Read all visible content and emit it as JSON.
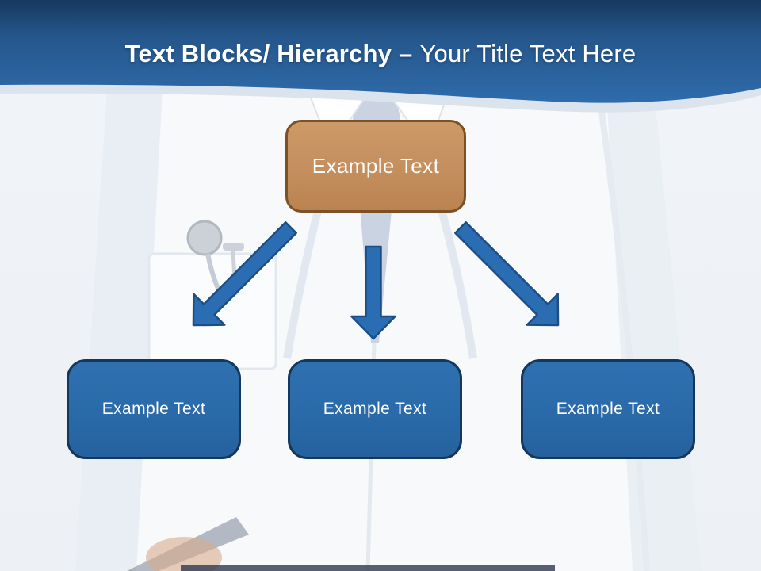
{
  "title": {
    "bold": "Text Blocks/ Hierarchy",
    "dash": "–",
    "regular": "Your Title Text Here"
  },
  "diagram": {
    "top_box": {
      "label": "Example Text"
    },
    "bottom_boxes": [
      {
        "label": "Example Text"
      },
      {
        "label": "Example Text"
      },
      {
        "label": "Example Text"
      }
    ],
    "arrows": [
      {
        "name": "arrow-down-left"
      },
      {
        "name": "arrow-down"
      },
      {
        "name": "arrow-down-right"
      }
    ]
  },
  "colors": {
    "header_blue_dark": "#16395f",
    "header_blue": "#2f6cab",
    "top_box_fill": "#c48e5e",
    "top_box_border": "#7d5127",
    "bottom_box_fill": "#2a6aa9",
    "bottom_box_border": "#16375c",
    "arrow_fill": "#2b6db3",
    "arrow_border": "#1c4e85",
    "background": "#eef2f7"
  }
}
